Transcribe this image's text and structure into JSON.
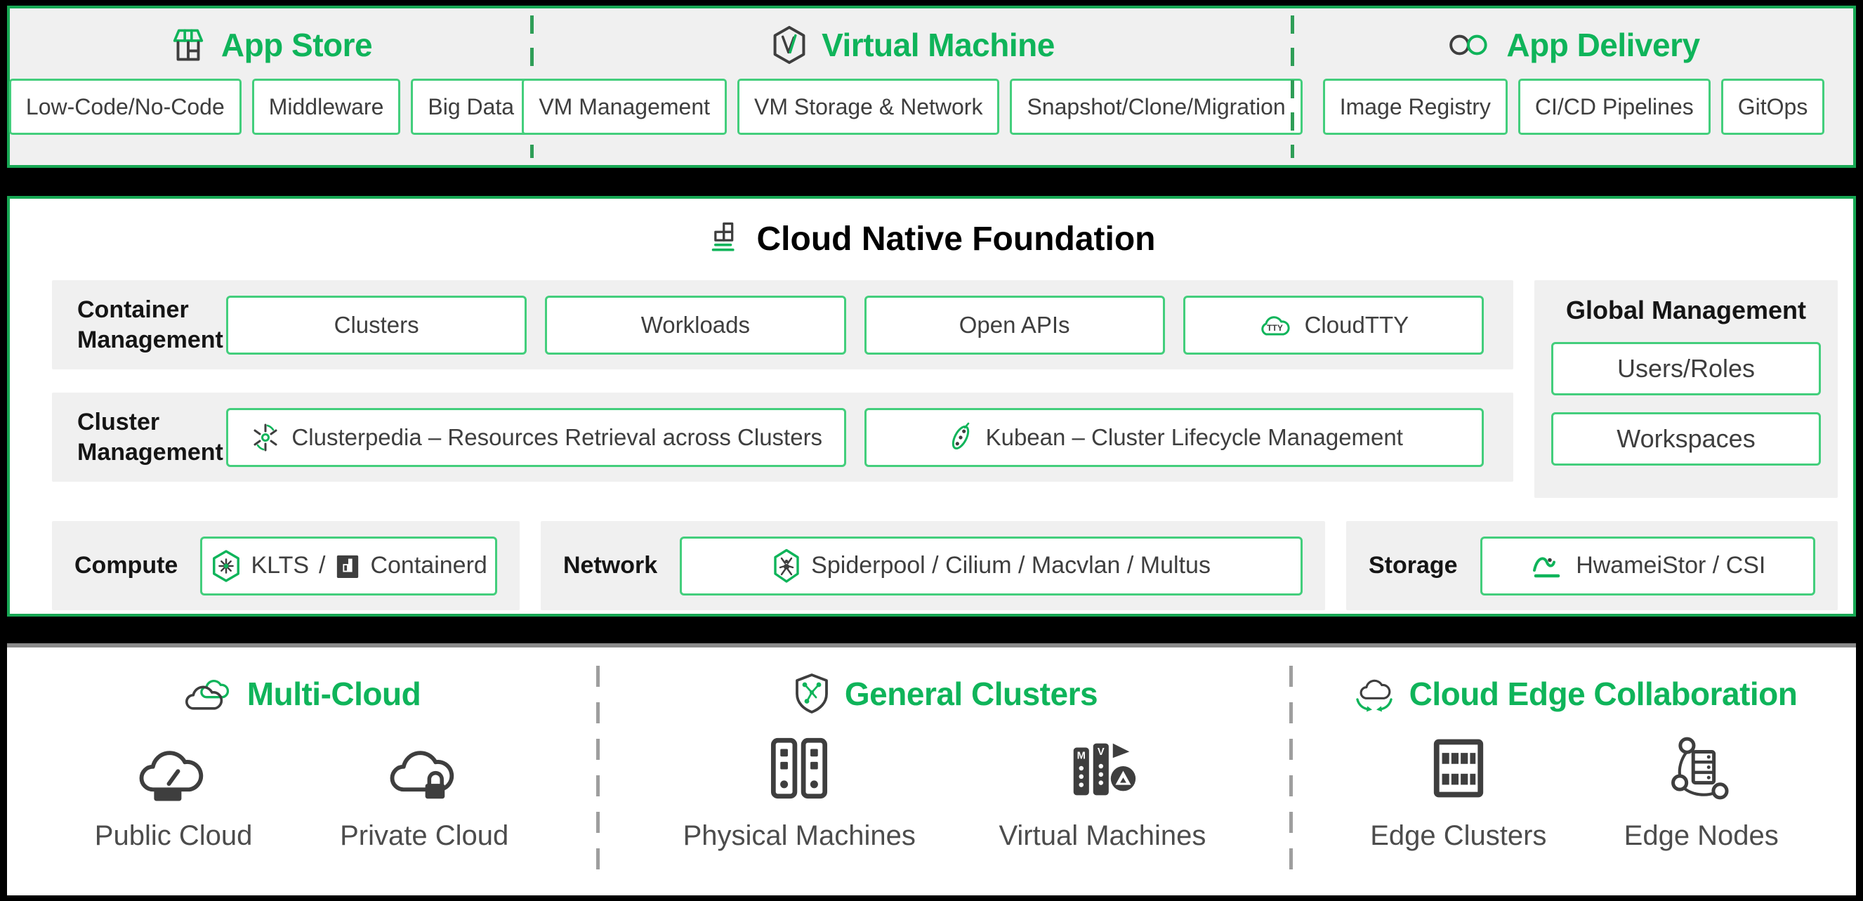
{
  "colors": {
    "accent_green": "#0fb45a",
    "button_border_green": "#43ce7c",
    "band_border_green": "#17a854",
    "panel_gray": "#f0f0f0",
    "frame_black": "#000000",
    "text_dark": "#3e3e3e"
  },
  "icons": {
    "storefront-icon": "🏬",
    "virtual-machine-icon": "⬡V",
    "infinity-icon": "∞",
    "building-blocks-icon": "▤",
    "cloudtty-icon": "☁TTY",
    "clusterpedia-icon": "✳",
    "kubean-icon": "bean-pod",
    "klts-icon": "⎔wheel",
    "containerd-icon": "◼d",
    "spiderpool-icon": "⬡🕷",
    "hwameistor-icon": "∿",
    "multi-cloud-icon": "☁☁",
    "shield-network-icon": "🛡✕",
    "public-cloud-icon": "☁⌤",
    "private-cloud-icon": "☁🔒",
    "physical-machines-icon": "🖳🖳",
    "virtual-machines-icon": "🖳▶",
    "cloud-edge-icon": "☁⇄",
    "edge-clusters-icon": "▦",
    "edge-nodes-icon": "🗄○"
  },
  "top": {
    "sections": [
      {
        "title": "App Store",
        "icon": "storefront-icon",
        "buttons": [
          "Low-Code/No-Code",
          "Middleware",
          "Big Data"
        ]
      },
      {
        "title": "Virtual Machine",
        "icon": "virtual-machine-icon",
        "buttons": [
          "VM Management",
          "VM Storage & Network",
          "Snapshot/Clone/Migration"
        ]
      },
      {
        "title": "App Delivery",
        "icon": "infinity-icon",
        "buttons": [
          "Image Registry",
          "CI/CD Pipelines",
          "GitOps"
        ]
      }
    ]
  },
  "foundation": {
    "title": "Cloud Native Foundation",
    "rows": {
      "container_management": {
        "label_lines": [
          "Container",
          "Management"
        ],
        "buttons": [
          "Clusters",
          "Workloads",
          "Open APIs",
          "CloudTTY"
        ]
      },
      "cluster_management": {
        "label_lines": [
          "Cluster",
          "Management"
        ],
        "buttons": [
          "Clusterpedia – Resources Retrieval across Clusters",
          "Kubean – Cluster Lifecycle Management"
        ]
      },
      "compute": {
        "label": "Compute",
        "parts": [
          "KLTS",
          "/",
          "Containerd"
        ]
      },
      "network": {
        "label": "Network",
        "button": "Spiderpool / Cilium / Macvlan / Multus"
      },
      "storage": {
        "label": "Storage",
        "button": "HwameiStor / CSI"
      }
    },
    "global_management": {
      "title": "Global Management",
      "buttons": [
        "Users/Roles",
        "Workspaces"
      ]
    }
  },
  "infrastructure": {
    "sections": [
      {
        "title": "Multi-Cloud",
        "icon": "multi-cloud-icon",
        "items": [
          {
            "icon": "public-cloud-icon",
            "label": "Public Cloud"
          },
          {
            "icon": "private-cloud-icon",
            "label": "Private Cloud"
          }
        ]
      },
      {
        "title": "General Clusters",
        "icon": "shield-network-icon",
        "items": [
          {
            "icon": "physical-machines-icon",
            "label": "Physical Machines"
          },
          {
            "icon": "virtual-machines-icon",
            "label": "Virtual Machines"
          }
        ]
      },
      {
        "title": "Cloud Edge Collaboration",
        "icon": "cloud-edge-icon",
        "items": [
          {
            "icon": "edge-clusters-icon",
            "label": "Edge Clusters"
          },
          {
            "icon": "edge-nodes-icon",
            "label": "Edge Nodes"
          }
        ]
      }
    ]
  }
}
